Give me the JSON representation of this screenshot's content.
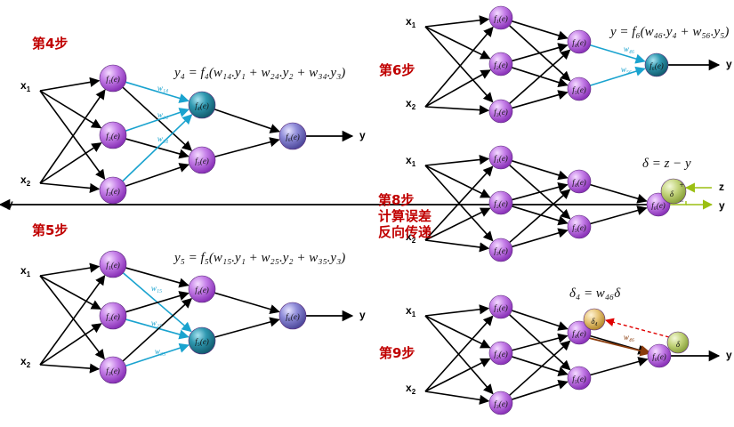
{
  "steps": {
    "step4": "第4步",
    "step5": "第5步",
    "step6": "第6步",
    "step8": [
      "第8步",
      "计算误差",
      "反向传递"
    ],
    "step9": "第9步"
  },
  "equations": {
    "step4": "y₄ = f₄(w₁₄.y₁ + w₂₄.y₂ + w₃₄.y₃)",
    "step5": "y₅ = f₅(w₁₅.y₁ + w₂₅.y₂ + w₃₅.y₃)",
    "step6": "y = f₆(w₄₆.y₄ + w₅₆.y₅)",
    "step8": "δ = z − y",
    "step9": "δ₄ = w₄₆δ"
  },
  "inputs": {
    "x1": "x",
    "x1_sub": "1",
    "x2": "x",
    "x2_sub": "2"
  },
  "output": "y",
  "target": "z",
  "node_labels": {
    "f1": "f₁(e)",
    "f2": "f₂(e)",
    "f3": "f₃(e)",
    "f4": "f₄(e)",
    "f5": "f₅(e)",
    "f6": "f₆(e)"
  },
  "weights": {
    "step4": [
      "w₁₄",
      "w₂₄",
      "w₃₄"
    ],
    "step5": [
      "w₁₅",
      "w₂₅",
      "w₃₅"
    ],
    "step6": [
      "w₄₆",
      "w₅₆"
    ],
    "step9": "w₄₆"
  },
  "delta_labels": {
    "delta": "δ",
    "delta4": "δ₄",
    "plus": "+",
    "minus": "−"
  },
  "colors": {
    "step_text": "#c00000",
    "neuron_purple": "#b25ad8",
    "neuron_teal": "#1e7f96",
    "neuron_blue": "#7a78c8",
    "weight_arrow": "#1aa3cf",
    "error_node": "#b9cc6a",
    "delta4_node": "#e3c06b",
    "error_arrow": "#9bbf12",
    "backprop_arrow": "#e00000",
    "weight_brown": "#8a3b0b"
  }
}
